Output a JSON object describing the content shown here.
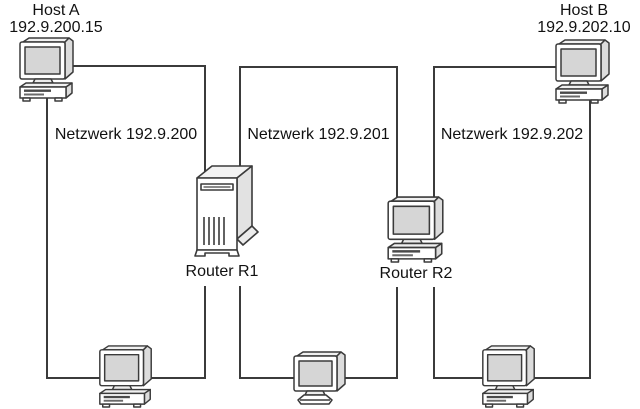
{
  "diagram": {
    "hosts": [
      {
        "name": "Host A",
        "ip": "192.9.200.15",
        "icon": "desktop-computer-icon"
      },
      {
        "name": "Host B",
        "ip": "192.9.202.10",
        "icon": "desktop-computer-icon"
      }
    ],
    "networks": [
      {
        "label": "Netzwerk 192.9.200"
      },
      {
        "label": "Netzwerk 192.9.201"
      },
      {
        "label": "Netzwerk 192.9.202"
      }
    ],
    "routers": [
      {
        "label": "Router R1",
        "icon": "tower-server-icon"
      },
      {
        "label": "Router R2",
        "icon": "desktop-computer-icon"
      }
    ],
    "workstations": [
      {
        "icon": "desktop-computer-icon"
      },
      {
        "icon": "monitor-icon"
      },
      {
        "icon": "desktop-computer-icon"
      }
    ],
    "colors": {
      "line": "#3b3b3b",
      "text": "#111111",
      "screen": "#d6d6d6",
      "background": "#ffffff"
    }
  }
}
